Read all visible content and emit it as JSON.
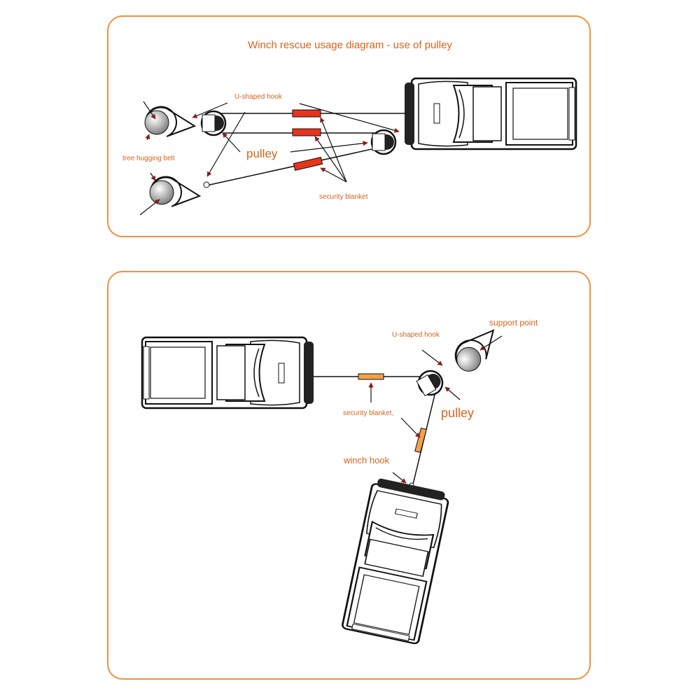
{
  "diagram_title": "Winch rescue usage diagram - use of pulley",
  "colors": {
    "accent": "#d9621c",
    "border": "#f0913f",
    "blanket_red": "#e8341c",
    "blanket_orange": "#f3a04a"
  },
  "top_panel": {
    "labels": {
      "u_hook": "U-shaped hook",
      "tree_belt": "tree hugging belt",
      "pulley": "pulley",
      "blanket": "security blanket"
    }
  },
  "bottom_panel": {
    "labels": {
      "u_hook": "U-shaped hook",
      "support": "support point",
      "pulley": "pulley",
      "blanket": "security blanket,",
      "winch_hook": "winch hook"
    }
  }
}
